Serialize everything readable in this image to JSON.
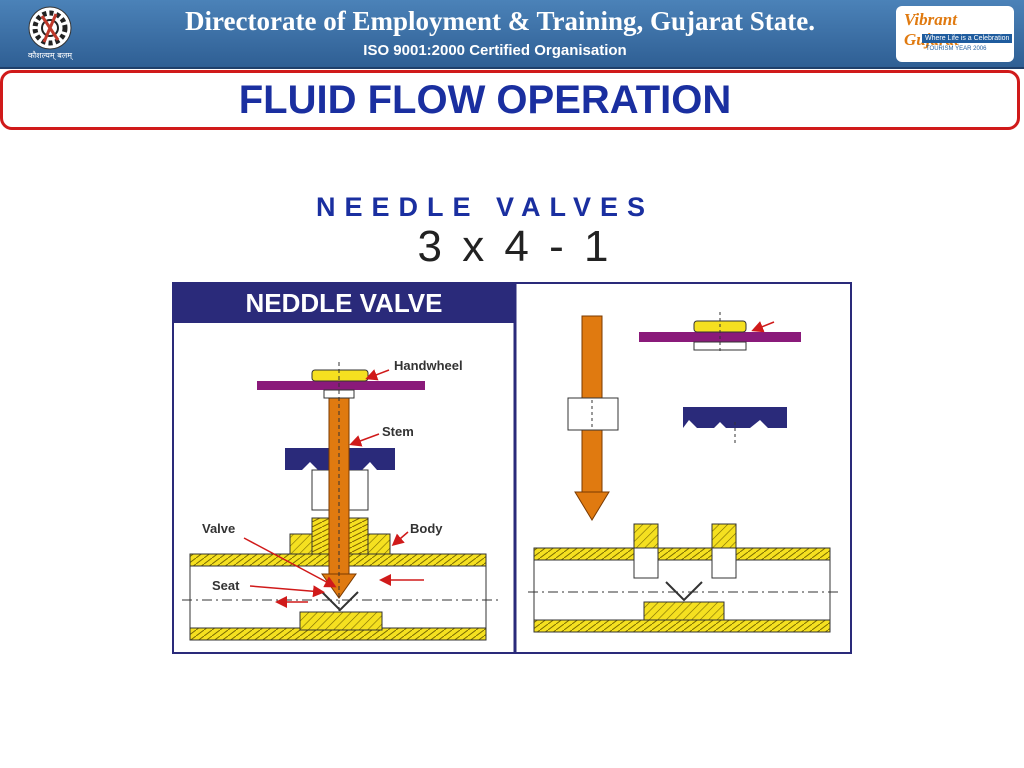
{
  "header": {
    "title": "Directorate of Employment & Training, Gujarat State.",
    "subtitle": "ISO 9001:2000 Certified Organisation",
    "left_logo_caption": "कौशल्यम् बलम्",
    "right_logo": {
      "name": "Vibrant Gujarat",
      "tagline": "Where Life is a Celebration",
      "year_line": "TOURISM YEAR 2006"
    },
    "colors": {
      "bar": "#3a6ea5",
      "text": "#ffffff"
    }
  },
  "title": {
    "text": "FLUID FLOW OPERATION",
    "color": "#1a2fa0",
    "border_color": "#d01a1a"
  },
  "subtitle": "NEEDLE VALVES",
  "code": "3 x 4 - 1",
  "diagram": {
    "panel_title": "NEDDLE VALVE",
    "labels": {
      "handwheel": "Handwheel",
      "stem": "Stem",
      "valve": "Valve",
      "body": "Body",
      "seat": "Seat"
    },
    "colors": {
      "frame": "#2a2a7a",
      "handwheel": "#8a1a7a",
      "nut": "#f5e020",
      "stem": "#e07a10",
      "body": "#f5e020",
      "gland": "#2a2a7a",
      "arrow": "#d01a1a"
    }
  }
}
